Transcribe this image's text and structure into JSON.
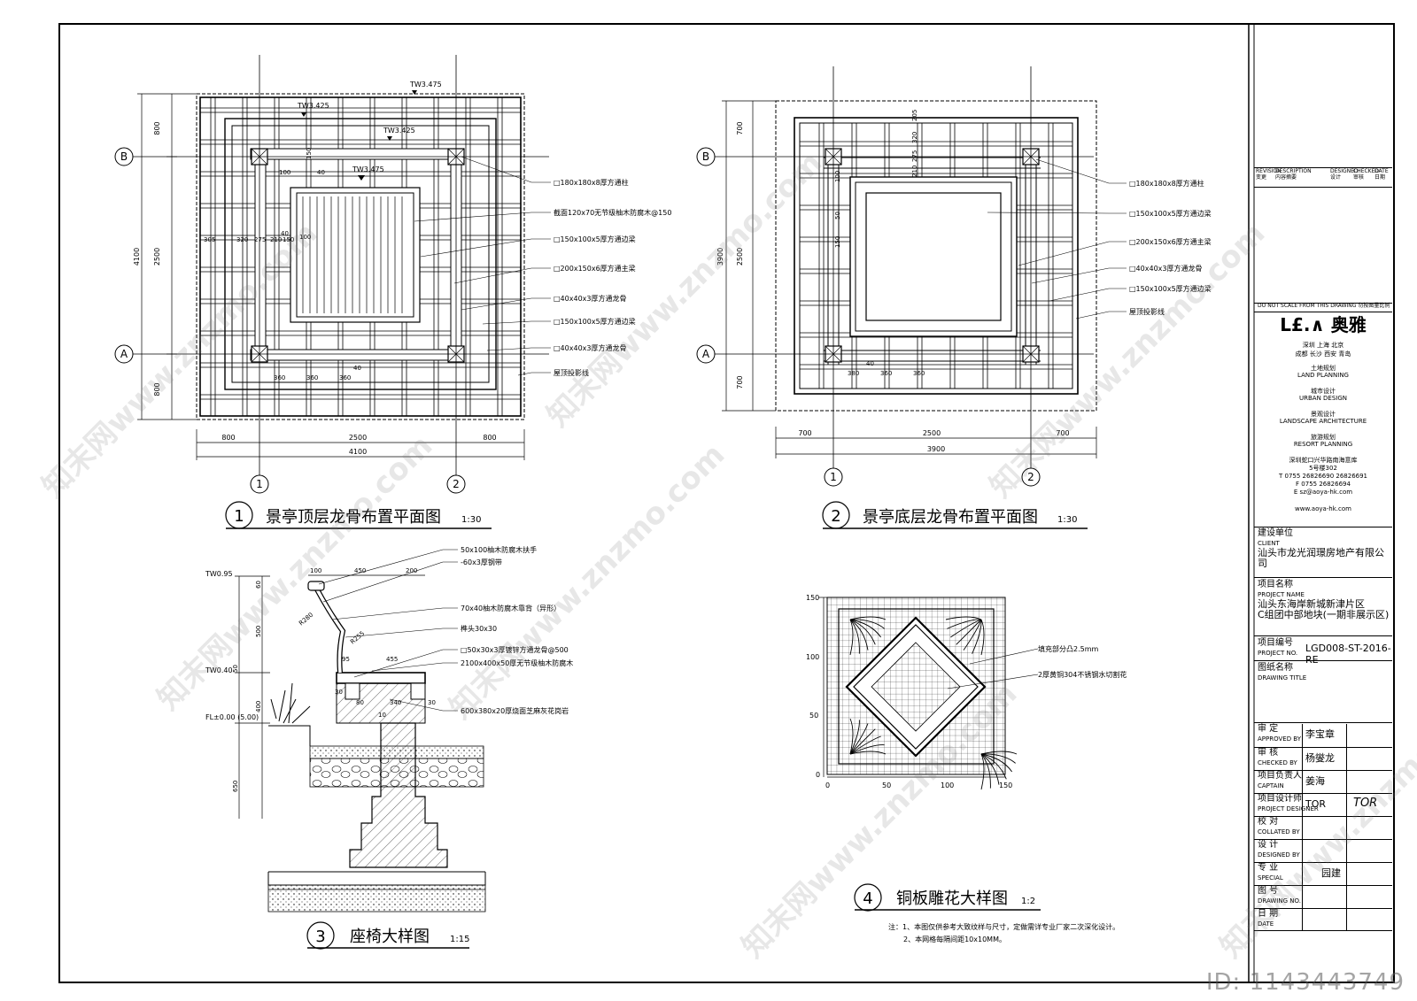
{
  "drawings": {
    "d1": {
      "num": "1",
      "title": "景亭顶层龙骨布置平面图",
      "scale": "1:30",
      "callouts": [
        "□180x180x8厚方通柱",
        "截面120x70无节级柚木防腐木@150",
        "□150x100x5厚方通边梁",
        "□200x150x6厚方通主梁",
        "□40x40x3厚方通龙骨",
        "□150x100x5厚方通边梁",
        "□40x40x3厚方通龙骨",
        "屋顶投影线"
      ],
      "levels": [
        "TW3.475",
        "TW3.425",
        "TW3.425",
        "TW3.475"
      ],
      "dims_h": [
        "800",
        "2500",
        "800"
      ],
      "dims_total": "4100",
      "dims_v": [
        "800",
        "2500",
        "800",
        "4100"
      ],
      "inner_dims": [
        "305",
        "320",
        "275",
        "210",
        "150",
        "40",
        "100",
        "100",
        "150",
        "40",
        "360",
        "360",
        "360",
        "40",
        "100"
      ],
      "axes": [
        "A",
        "B",
        "1",
        "2"
      ]
    },
    "d2": {
      "num": "2",
      "title": "景亭底层龙骨布置平面图",
      "scale": "1:30",
      "callouts": [
        "□180x180x8厚方通柱",
        "□150x100x5厚方通边梁",
        "□200x150x6厚方通主梁",
        "□40x40x3厚方通龙骨",
        "□150x100x5厚方通边梁",
        "屋顶投影线"
      ],
      "dims_h": [
        "700",
        "2500",
        "700"
      ],
      "dims_total": "3900",
      "dims_v": [
        "700",
        "2500",
        "700",
        "3900"
      ],
      "inner_dims": [
        "205",
        "320",
        "275",
        "210",
        "100",
        "50",
        "150",
        "380",
        "360",
        "360",
        "40"
      ],
      "axes": [
        "A",
        "B",
        "1",
        "2"
      ]
    },
    "d3": {
      "num": "3",
      "title": "座椅大样图",
      "scale": "1:15",
      "callouts": [
        "50x100柚木防腐木扶手",
        "-60x3厚钢带",
        "70x40柚木防腐木靠背（异形）",
        "榫头30x30",
        "□50x30x3厚镀锌方通龙骨@500",
        "2100x400x50厚无节级柚木防腐木",
        "600x380x20厚烧面芝麻灰花岗岩"
      ],
      "levels": [
        "TW0.95",
        "TW0.40",
        "FL±0.00 (5.00)"
      ],
      "dims": [
        "100",
        "450",
        "200",
        "60",
        "500",
        "50",
        "400",
        "650",
        "R280",
        "R255",
        "95",
        "455",
        "30",
        "80",
        "340",
        "30",
        "10"
      ]
    },
    "d4": {
      "num": "4",
      "title": "铜板雕花大样图",
      "scale": "1:2",
      "callouts": [
        "填充部分凸2.5mm",
        "2厚黄铜304不锈钢水切割花"
      ],
      "y_ticks": [
        "150",
        "100",
        "50",
        "0"
      ],
      "x_ticks": [
        "0",
        "50",
        "100",
        "150"
      ],
      "notes": [
        "注：1、本图仅供参考大致纹样与尺寸，定做需详专业厂家二次深化设计。",
        "2、本网格每隔间距10x10MM。"
      ]
    }
  },
  "title_block": {
    "revision_headers": [
      [
        "REVISION",
        "变更"
      ],
      [
        "DESCRIPTION",
        "内容摘要"
      ],
      [
        "DESIGNED",
        "设计"
      ],
      [
        "CHECKED",
        "审核"
      ],
      [
        "DATE",
        "日期"
      ]
    ],
    "do_not_scale": "DO NOT SCALE FROM THIS DRAWING   勿按图量比例",
    "logo": "L£.∧ 奥雅",
    "cities_1": "深圳 上海 北京",
    "cities_2": "成都 长沙 西安 青岛",
    "services": [
      [
        "土地规划",
        "LAND PLANNING"
      ],
      [
        "城市设计",
        "URBAN DESIGN"
      ],
      [
        "景观设计",
        "LANDSCAPE ARCHITECTURE"
      ],
      [
        "旅游规划",
        "RESORT PLANNING"
      ]
    ],
    "address": "深圳蛇口兴华路南海意库",
    "address2": "5号楼302",
    "tel": "T  0755  26826690  26826691",
    "fax": "F  0755  26826694",
    "email": "E  sz@aoya-hk.com",
    "web": "www.aoya-hk.com",
    "client_label": "建设单位",
    "client_en": "CLIENT",
    "client": "汕头市龙光润璟房地产有限公司",
    "project_label": "项目名称",
    "project_en": "PROJECT NAME",
    "project_1": "汕头东海岸新城新津片区",
    "project_2": "C组团中部地块(一期非展示区)",
    "projno_label": "项目编号",
    "projno_en": "PROJECT NO.",
    "projno": "LGD008-ST-2016-RE",
    "title_label": "图纸名称",
    "title_en": "DRAWING TITLE",
    "approved_label": "审  定",
    "approved_en": "APPROVED BY",
    "approved": "李宝章",
    "checked_label": "审  核",
    "checked_en": "CHECKED BY",
    "checked": "杨燮龙",
    "captain_label": "项目负责人",
    "captain_en": "CAPTAIN",
    "captain": "姜海",
    "designer_label": "项目设计师",
    "designer_en": "PROJECT DESIGNER",
    "designer": "TOR",
    "designer_sig": "TOR",
    "collated_label": "校  对",
    "collated_en": "COLLATED BY",
    "design_label": "设  计",
    "design_en": "DESIGNED BY",
    "special_label": "专  业",
    "special_en": "SPECIAL",
    "special": "园建",
    "drawno_label": "图  号",
    "drawno_en": "DRAWING NO.",
    "date_label": "日  期",
    "date_en": "DATE"
  },
  "watermark": "知末网www.znzmo.com",
  "id_tag": "ID: 1143443749"
}
